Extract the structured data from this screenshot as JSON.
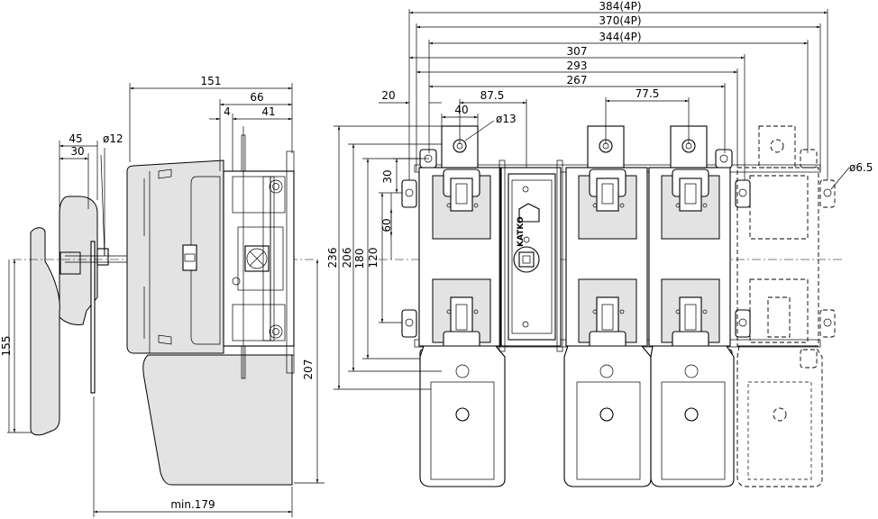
{
  "side_view": {
    "dims": {
      "d151": "151",
      "d66": "66",
      "d4": "4",
      "d41": "41",
      "d45": "45",
      "d30": "30",
      "d12": "ø12",
      "d155": "155",
      "d207": "207",
      "min179": "min.179"
    }
  },
  "front_view": {
    "dims": {
      "d384": "384(4P)",
      "d370": "370(4P)",
      "d344": "344(4P)",
      "d307": "307",
      "d293": "293",
      "d267": "267",
      "d20": "20",
      "d87_5": "87.5",
      "d77_5": "77.5",
      "d40": "40",
      "d13": "ø13",
      "d6_5": "ø6.5",
      "d30v": "30",
      "d60": "60",
      "d120": "120",
      "d180": "180",
      "d206": "206",
      "d236": "236"
    },
    "logo": "KATKO"
  }
}
